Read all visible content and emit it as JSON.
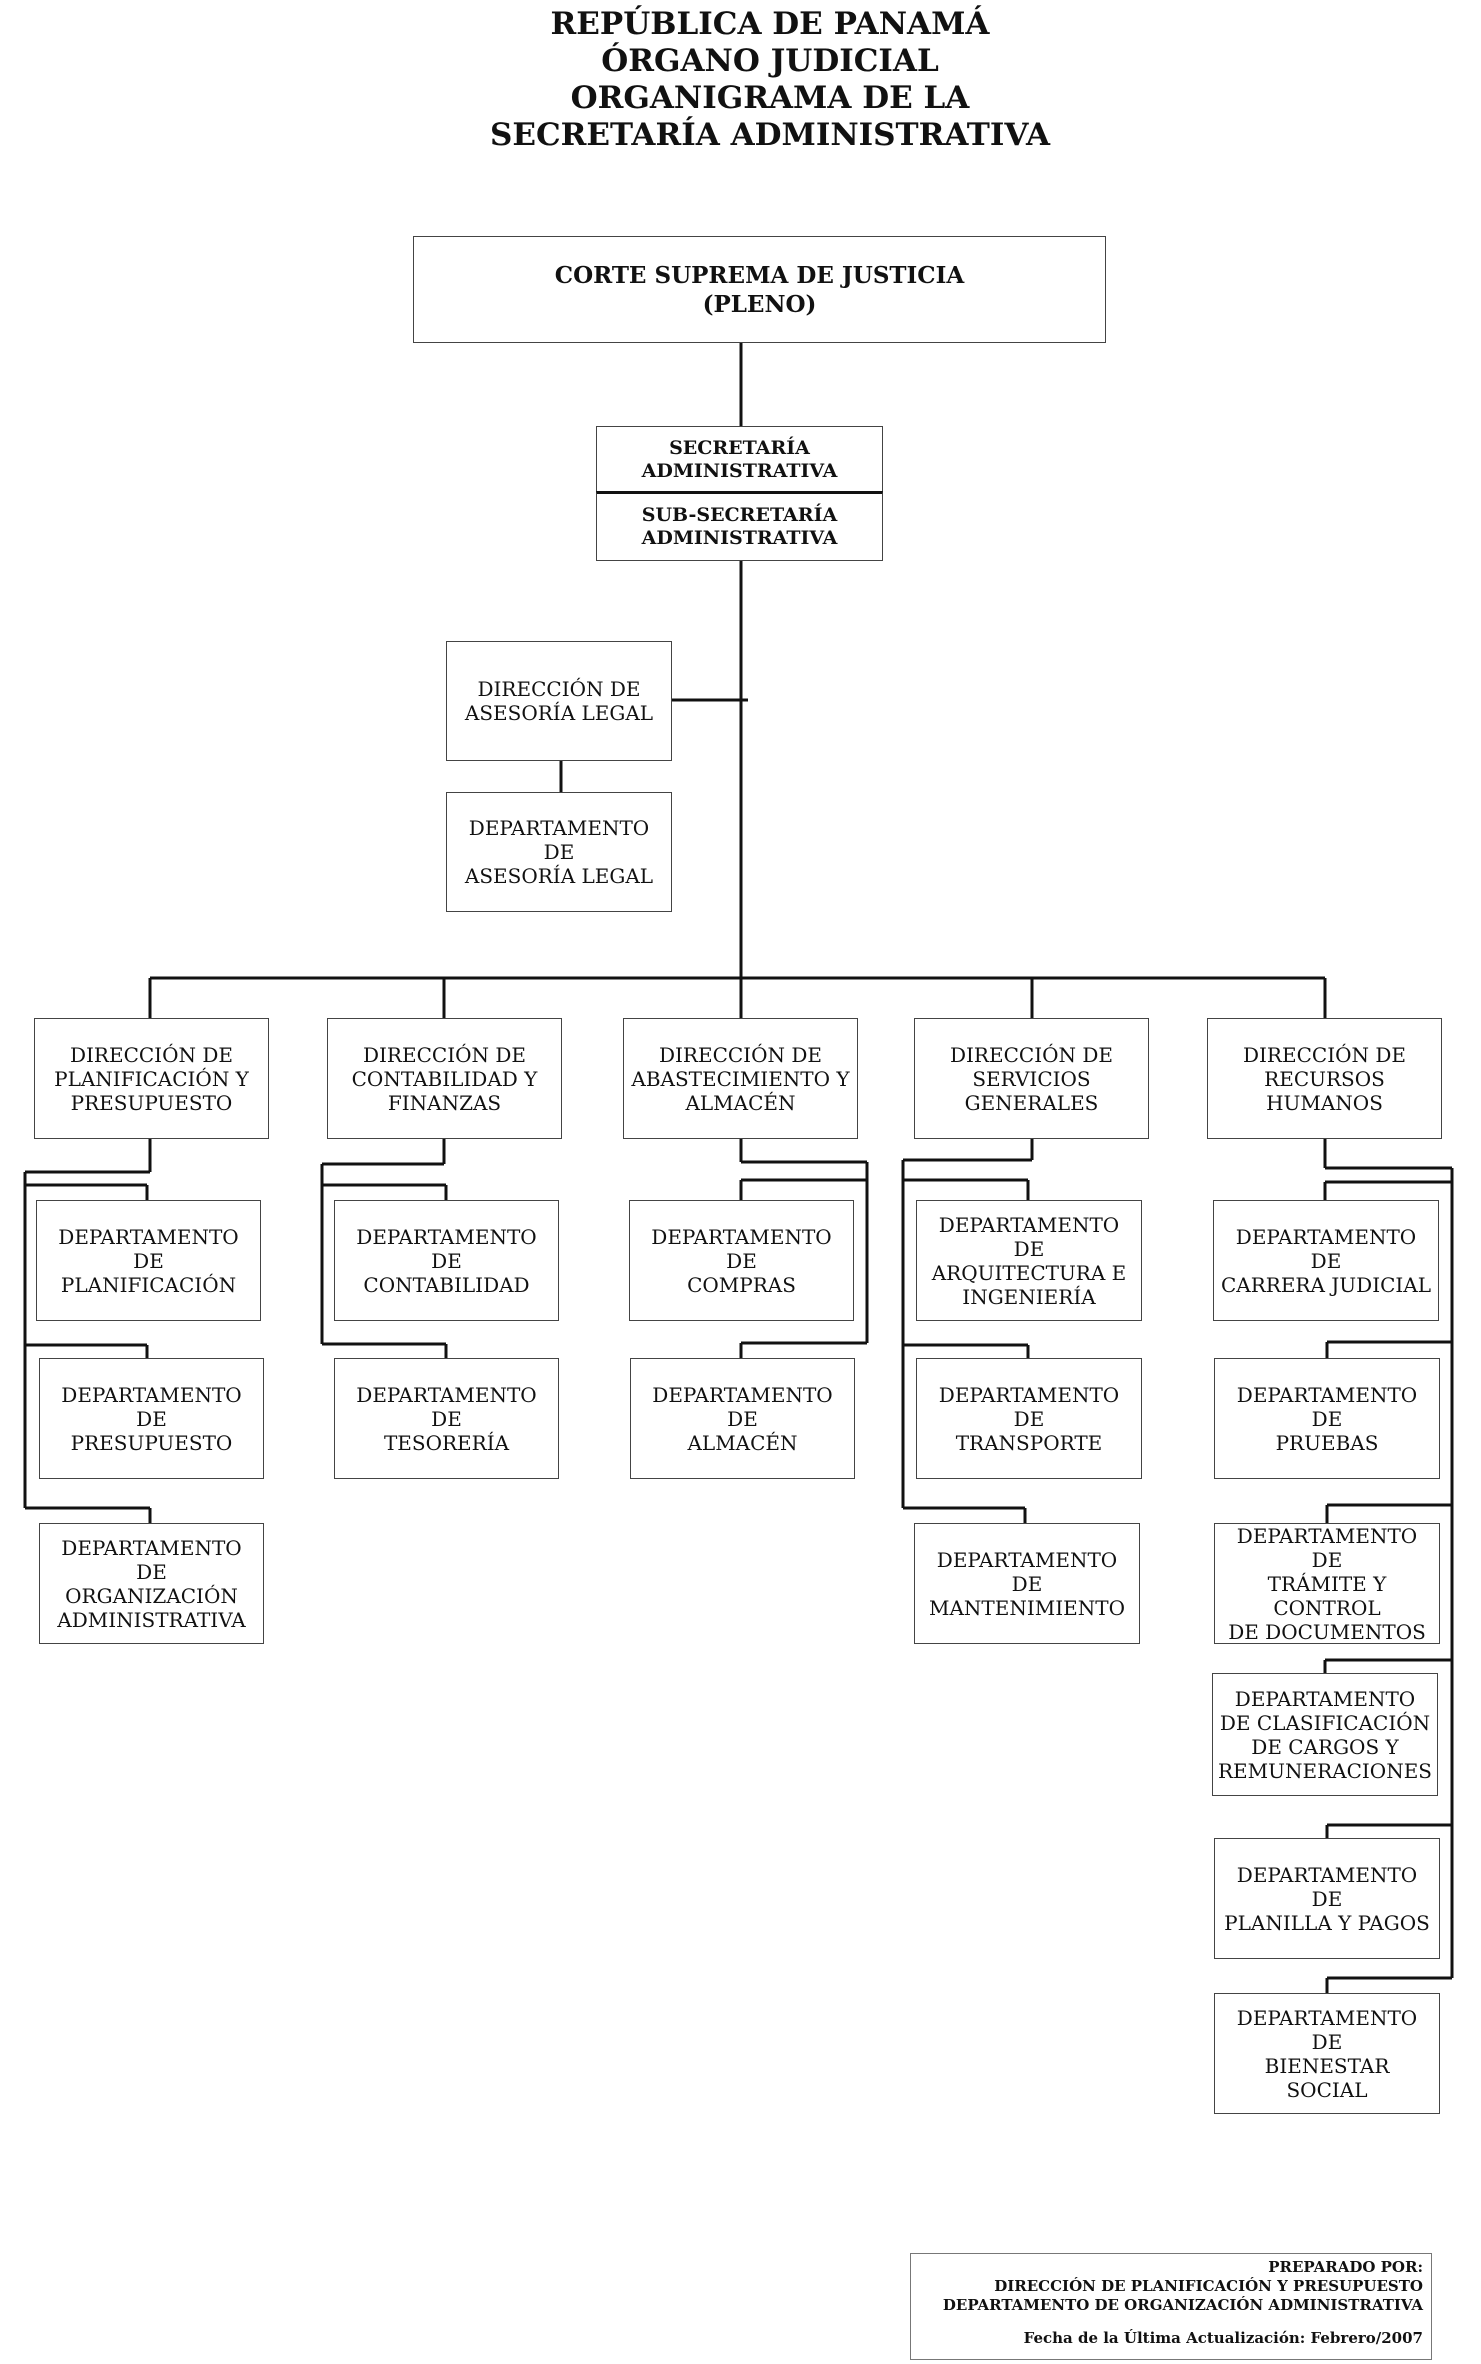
{
  "title": {
    "line1": "REPÚBLICA DE PANAMÁ",
    "line2": "ÓRGANO JUDICIAL",
    "line3": "ORGANIGRAMA DE LA",
    "line4": "SECRETARÍA ADMINISTRATIVA"
  },
  "corte": "CORTE SUPREMA DE JUSTICIA\n(PLENO)",
  "secretaria": "SECRETARÍA\nADMINISTRATIVA",
  "subsecretaria": "SUB-SECRETARÍA\nADMINISTRATIVA",
  "asesoria": {
    "direccion": "DIRECCIÓN DE\nASESORÍA LEGAL",
    "departamento": "DEPARTAMENTO DE\nASESORÍA LEGAL"
  },
  "direcciones": [
    {
      "label": "DIRECCIÓN DE\nPLANIFICACIÓN Y\nPRESUPUESTO",
      "departamentos": [
        "DEPARTAMENTO DE\nPLANIFICACIÓN",
        "DEPARTAMENTO DE\nPRESUPUESTO",
        "DEPARTAMENTO DE\nORGANIZACIÓN\nADMINISTRATIVA"
      ]
    },
    {
      "label": "DIRECCIÓN DE\nCONTABILIDAD Y\nFINANZAS",
      "departamentos": [
        "DEPARTAMENTO DE\nCONTABILIDAD",
        "DEPARTAMENTO DE\nTESORERÍA"
      ]
    },
    {
      "label": "DIRECCIÓN DE\nABASTECIMIENTO Y\nALMACÉN",
      "departamentos": [
        "DEPARTAMENTO DE\nCOMPRAS",
        "DEPARTAMENTO DE\nALMACÉN"
      ]
    },
    {
      "label": "DIRECCIÓN DE\nSERVICIOS GENERALES",
      "departamentos": [
        "DEPARTAMENTO DE\nARQUITECTURA E\nINGENIERÍA",
        "DEPARTAMENTO DE\nTRANSPORTE",
        "DEPARTAMENTO DE\nMANTENIMIENTO"
      ]
    },
    {
      "label": "DIRECCIÓN DE\nRECURSOS HUMANOS",
      "departamentos": [
        "DEPARTAMENTO DE\nCARRERA JUDICIAL",
        "DEPARTAMENTO DE\nPRUEBAS",
        "DEPARTAMENTO DE\nTRÁMITE Y CONTROL\nDE DOCUMENTOS",
        "DEPARTAMENTO\nDE CLASIFICACIÓN\nDE CARGOS Y\nREMUNERACIONES",
        "DEPARTAMENTO DE\nPLANILLA Y PAGOS",
        "DEPARTAMENTO DE\nBIENESTAR SOCIAL"
      ]
    }
  ],
  "footer": {
    "prepared_by": "PREPARADO POR:",
    "line1": "DIRECCIÓN DE PLANIFICACIÓN Y PRESUPUESTO",
    "line2": "DEPARTAMENTO DE ORGANIZACIÓN ADMINISTRATIVA",
    "date": "Fecha de la Última Actualización: Febrero/2007"
  }
}
